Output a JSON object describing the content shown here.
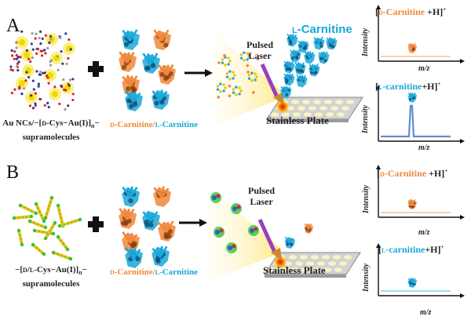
{
  "panels": [
    {
      "label": "A",
      "supramolecule_caption": {
        "line1_prefix": "Au NCs/−[",
        "line1_sc": "d",
        "line1_rest": "-Cys−Au(I)]",
        "subscript": "n",
        "line1_suffix": "−",
        "line2": "supramolecules"
      },
      "enantiomer_caption": {
        "d_prefix": "d",
        "d_text": "-Carnitine",
        "slash": "/",
        "l_prefix": "l",
        "l_text": "-Carnitine"
      },
      "desorbed_label": {
        "sc": "l",
        "text": "-Carnitine"
      },
      "laser_label": [
        "Pulsed",
        "Laser"
      ],
      "plate_label": "Stainless Plate",
      "spectra": [
        {
          "title_open": "[",
          "title_sc": "d",
          "title_name": "-Carnitine",
          "title_close": " +H]",
          "title_sup": "+",
          "name_color": "orange",
          "ylabel": "Intensity",
          "xlabel": "m/z",
          "peak_relative_intensity": 0.0
        },
        {
          "title_open": "[",
          "title_sc": "l",
          "title_name": "-carnitine",
          "title_close": "+H]",
          "title_sup": "+",
          "name_color": "blue",
          "ylabel": "Intensity",
          "xlabel": "m/z",
          "peak_relative_intensity": 0.85
        }
      ]
    },
    {
      "label": "B",
      "supramolecule_caption": {
        "line1_prefix": "−[",
        "line1_sc": "d/l",
        "line1_rest": "-Cys−Au(I)]",
        "subscript": "n",
        "line1_suffix": "−",
        "line2": "supramolecules"
      },
      "enantiomer_caption": {
        "d_prefix": "d",
        "d_text": "-Carnitine",
        "slash": "/",
        "l_prefix": "l",
        "l_text": "-Carnitine"
      },
      "laser_label": [
        "Pulsed",
        "Laser"
      ],
      "plate_label": "Stainless Plate",
      "spectra": [
        {
          "title_open": "[",
          "title_sc": "d",
          "title_name": "-Carnitine",
          "title_close": " +H]",
          "title_sup": "+",
          "name_color": "orange",
          "ylabel": "Intensity",
          "xlabel": "m/z",
          "peak_relative_intensity": 0.0
        },
        {
          "title_open": "[",
          "title_sc": "l",
          "title_name": "-carnitine",
          "title_close": "+H]",
          "title_sup": "+",
          "name_color": "blue",
          "ylabel": "Intensity",
          "xlabel": "m/z",
          "peak_relative_intensity": 0.0
        }
      ]
    }
  ],
  "colors": {
    "d_carnitine": "#f0883a",
    "l_carnitine": "#1aa7dc",
    "gold": "#f7e61c",
    "ligand_green": "#2ec43a",
    "spectrum_line": "#3a6fc4",
    "laser": "#9b3fb8",
    "plate": "#c8c8c8"
  }
}
